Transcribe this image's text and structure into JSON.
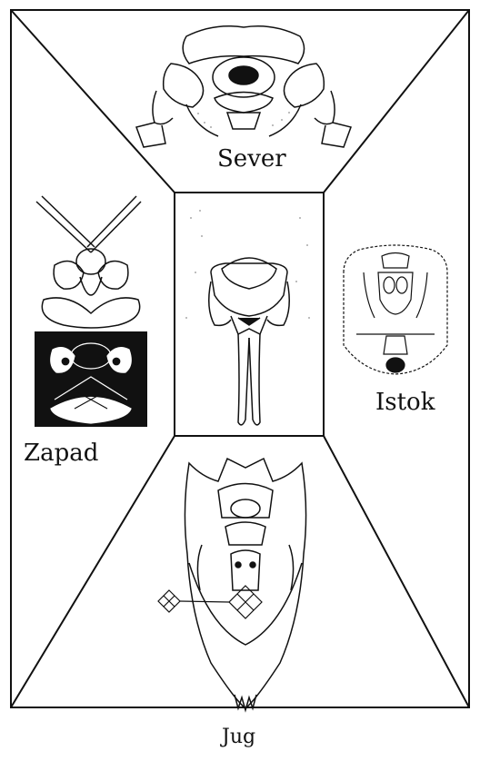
{
  "labels": {
    "north": "Sever",
    "east": "Istok",
    "west": "Zapad",
    "south": "Jug"
  },
  "colors": {
    "line": "#111111",
    "background": "#ffffff",
    "dot_fill": "#cccccc"
  },
  "icons": {
    "north_panel": "beetle-head-top-view",
    "east_panel": "beetle-face-front-view",
    "west_panel": "crossed-figure-and-dark-mirror-figure",
    "center_panel": "beetle-body-dorsal-view",
    "south_panel": "ornamental-shield-figure-with-diamond-grid"
  }
}
